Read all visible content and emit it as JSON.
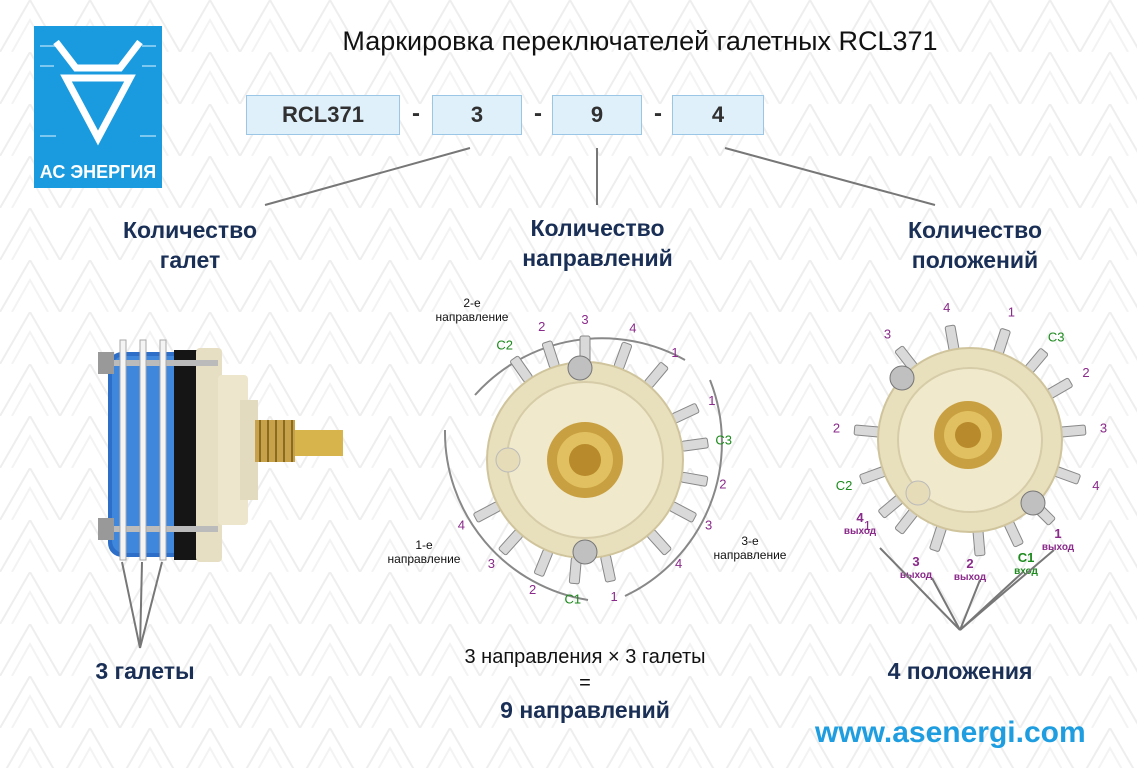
{
  "title": "Маркировка переключателей галетных RCL371",
  "logo": {
    "text": "АС ЭНЕРГИЯ",
    "color": "#1a9be0"
  },
  "code": {
    "part1": "RCL371",
    "part2": "3",
    "part3": "9",
    "part4": "4",
    "separator": "-"
  },
  "headings": {
    "wafers_line1": "Количество",
    "wafers_line2": "галет",
    "directions_line1": "Количество",
    "directions_line2": "направлений",
    "positions_line1": "Количество",
    "positions_line2": "положений"
  },
  "left": {
    "result": "3 галеты"
  },
  "middle": {
    "dir1_line1": "1-е",
    "dir1_line2": "направление",
    "dir2_line1": "2-е",
    "dir2_line2": "направление",
    "dir3_line1": "3-е",
    "dir3_line2": "направление",
    "terminal_labels": [
      {
        "t": "C2",
        "c": "green"
      },
      {
        "t": "2",
        "c": "purple"
      },
      {
        "t": "3",
        "c": "purple"
      },
      {
        "t": "4",
        "c": "purple"
      },
      {
        "t": "1",
        "c": "purple"
      },
      {
        "t": "1",
        "c": "purple"
      },
      {
        "t": "C3",
        "c": "green"
      },
      {
        "t": "2",
        "c": "purple"
      },
      {
        "t": "3",
        "c": "purple"
      },
      {
        "t": "4",
        "c": "purple"
      },
      {
        "t": "1",
        "c": "purple"
      },
      {
        "t": "C1",
        "c": "green"
      },
      {
        "t": "2",
        "c": "purple"
      },
      {
        "t": "3",
        "c": "purple"
      },
      {
        "t": "4",
        "c": "purple"
      }
    ],
    "formula_line1": "3 направления  ×  3 галеты",
    "formula_eq": "=",
    "formula_result": "9 направлений"
  },
  "right": {
    "terminal_labels": [
      {
        "t": "3",
        "c": "purple"
      },
      {
        "t": "4",
        "c": "purple"
      },
      {
        "t": "1",
        "c": "purple"
      },
      {
        "t": "C3",
        "c": "green"
      },
      {
        "t": "2",
        "c": "purple"
      },
      {
        "t": "3",
        "c": "purple"
      },
      {
        "t": "4",
        "c": "purple"
      },
      {
        "t": "2",
        "c": "purple"
      },
      {
        "t": "C2",
        "c": "green"
      },
      {
        "t": "1",
        "c": "purple"
      }
    ],
    "bottom_labels": [
      {
        "num": "4",
        "word": "выход",
        "c": "purple"
      },
      {
        "num": "3",
        "word": "выход",
        "c": "purple"
      },
      {
        "num": "2",
        "word": "выход",
        "c": "purple"
      },
      {
        "num": "C1",
        "word": "вход",
        "c": "green"
      },
      {
        "num": "1",
        "word": "выход",
        "c": "purple"
      }
    ],
    "result": "4 положения"
  },
  "website": "www.asenergi.com"
}
